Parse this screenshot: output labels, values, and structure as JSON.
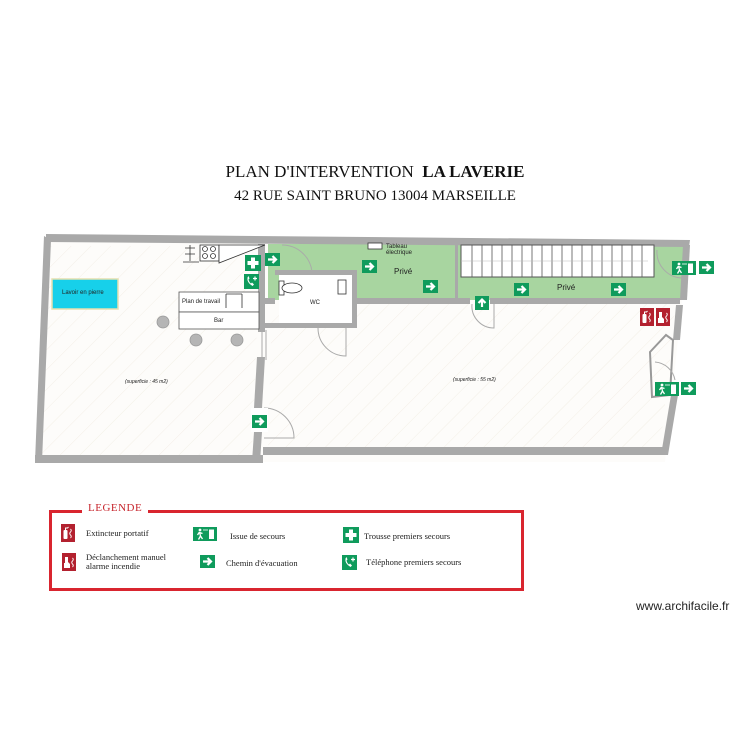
{
  "header": {
    "title_prefix": "PLAN D'INTERVENTION",
    "title_name": "LA LAVERIE",
    "address": "42 RUE SAINT BRUNO 13004 MARSEILLE"
  },
  "rooms": {
    "lavoir": "Lavoir en pierre",
    "plan_travail": "Plan de travail",
    "bar": "Bar",
    "wc": "WC",
    "tableau": "Tableau électrique",
    "tableau_line1": "Tableau",
    "tableau_line2": "électrique",
    "prive1": "Privé",
    "prive2": "Privé",
    "surface_left": "(superficie : 45 m2)",
    "surface_right": "(superficie : 55 m2)"
  },
  "legend": {
    "title": "LEGENDE",
    "items": [
      {
        "icon": "fire-extinguisher-icon",
        "label": "Extincteur portatif"
      },
      {
        "icon": "fire-alarm-icon",
        "label_line1": "Déclanchement manuel",
        "label_line2": "alarme incendie"
      },
      {
        "icon": "emergency-exit-icon",
        "label": "Issue de secours"
      },
      {
        "icon": "evacuation-arrow-icon",
        "label": "Chemin d'évacuation"
      },
      {
        "icon": "first-aid-icon",
        "label": "Trousse premiers secours"
      },
      {
        "icon": "emergency-phone-icon",
        "label": "Téléphone premiers secours"
      }
    ]
  },
  "colors": {
    "wall": "#a9a9a9",
    "private_zone": "#a8d5a0",
    "safety_green": "#0f9b5c",
    "fire_red": "#b3212f",
    "lavoir_cyan": "#17d0ea",
    "legend_border": "#d9252f"
  },
  "footer": {
    "watermark": "www.archifacile.fr"
  }
}
